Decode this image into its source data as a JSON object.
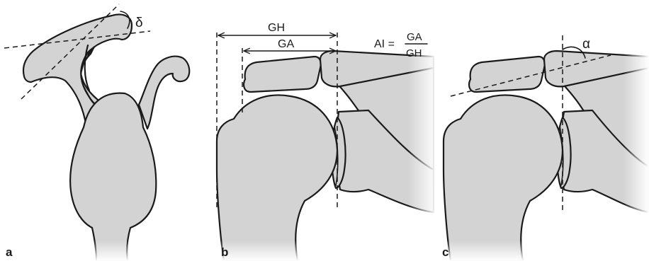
{
  "panels": {
    "a": {
      "label": "a",
      "angle_symbol": "δ"
    },
    "b": {
      "label": "b",
      "gh_label": "GH",
      "ga_label": "GA",
      "formula_lhs": "AI =",
      "formula_numerator": "GA",
      "formula_denominator": "GH"
    },
    "c": {
      "label": "c",
      "angle_symbol": "α"
    }
  },
  "colors": {
    "bone_fill": "#d3d3d3",
    "outline": "#1a1a1a",
    "background": "#ffffff"
  }
}
